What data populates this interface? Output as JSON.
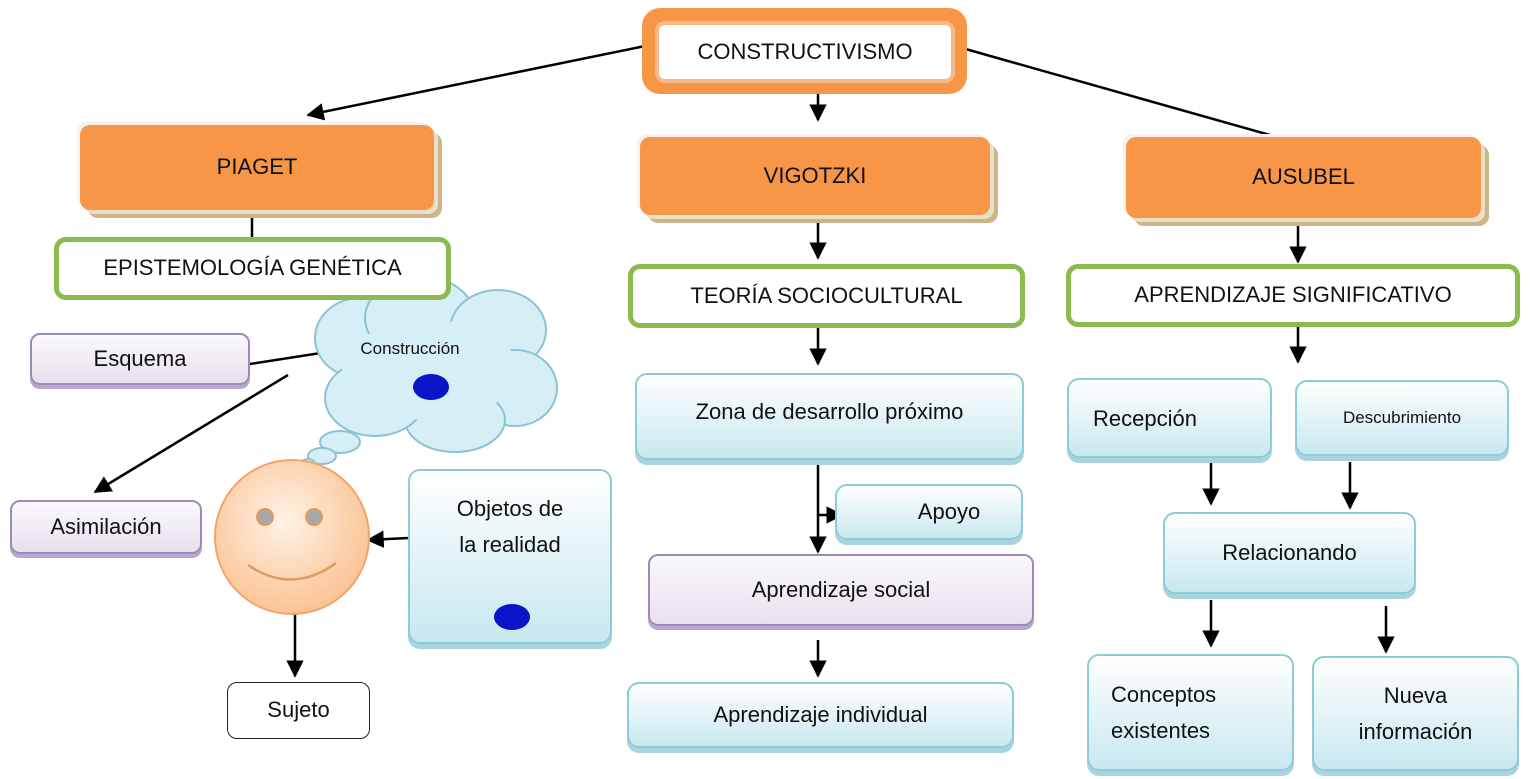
{
  "title": "CONSTRUCTIVISMO",
  "piaget": {
    "label": "PIAGET",
    "theory": "EPISTEMOLOGÍA GENÉTICA",
    "esquema": "Esquema",
    "construccion": "Construcción",
    "asimilacion": "Asimilación",
    "objetos_line1": "Objetos de",
    "objetos_line2": "la realidad",
    "sujeto": "Sujeto"
  },
  "vigotzki": {
    "label": "VIGOTZKI",
    "theory": "TEORÍA SOCIOCULTURAL",
    "zona": "Zona de desarrollo próximo",
    "apoyo": "Apoyo",
    "social": "Aprendizaje social",
    "individual": "Aprendizaje individual"
  },
  "ausubel": {
    "label": "AUSUBEL",
    "theory": "APRENDIZAJE SIGNIFICATIVO",
    "recepcion": "Recepción",
    "descubrimiento": "Descubrimiento",
    "relacionando": "Relacionando",
    "conceptos_line1": "Conceptos",
    "conceptos_line2": "existentes",
    "nueva_line1": "Nueva",
    "nueva_line2": "información"
  },
  "colors": {
    "orange": "#f79646",
    "green": "#8cba50",
    "lilac": "#9e8ab8",
    "cyan": "#8ccbd8",
    "dot": "#0a14c8",
    "face": "#fbd0a8"
  }
}
